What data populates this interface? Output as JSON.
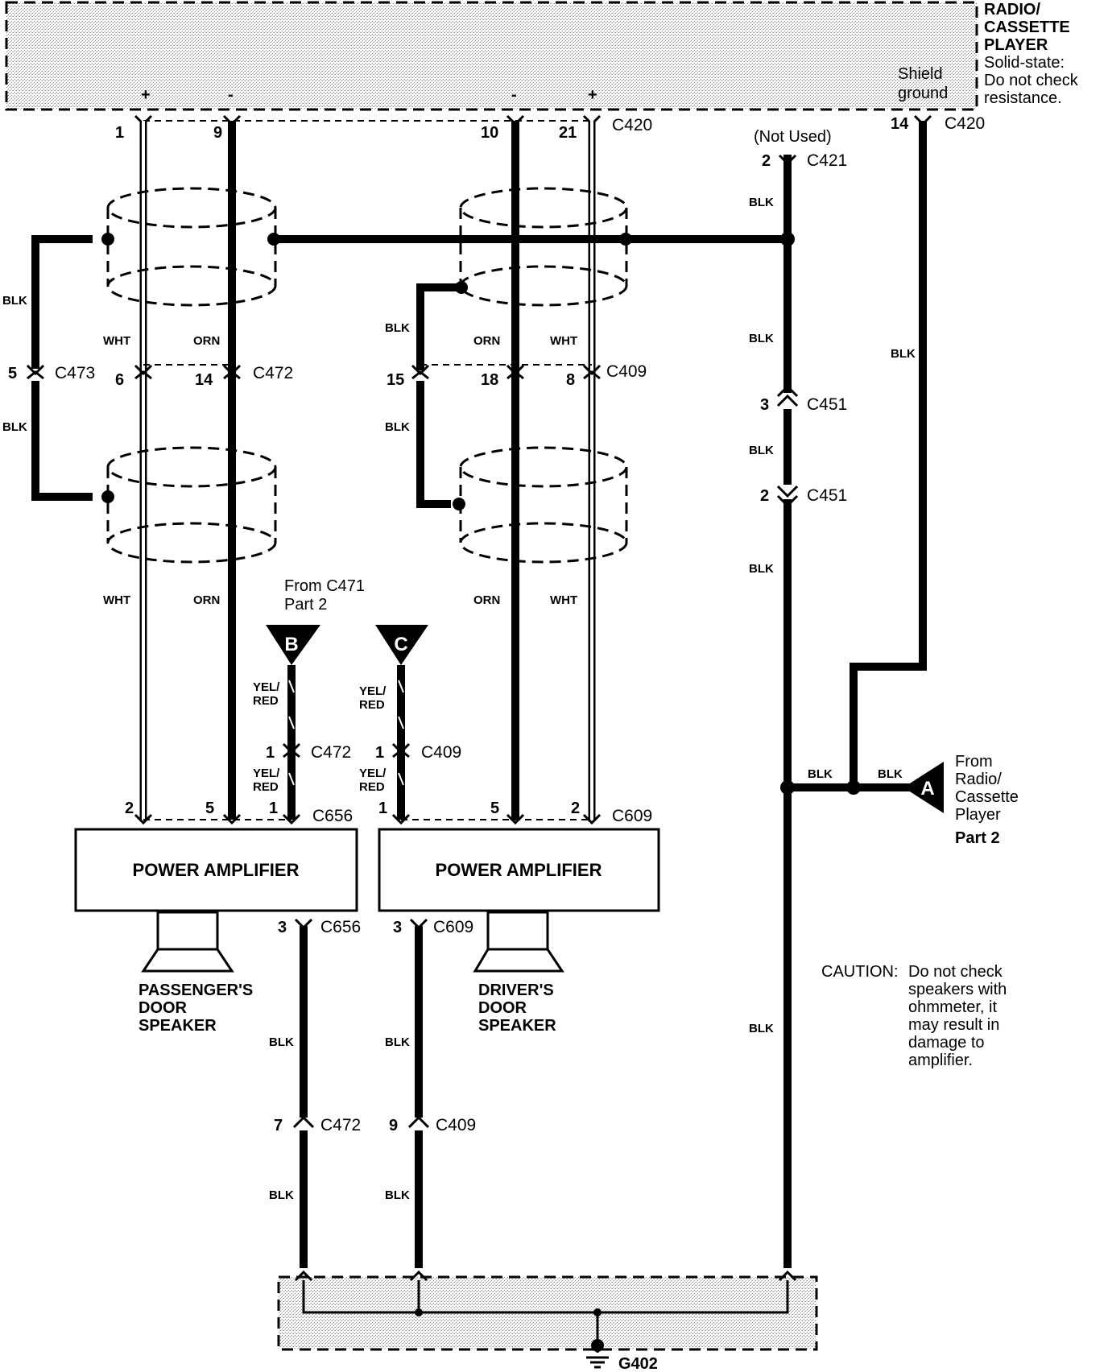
{
  "radio": {
    "title_line1": "RADIO/",
    "title_line2": "CASSETTE",
    "title_line3": "PLAYER",
    "note_line1": "Solid-state:",
    "note_line2": "Do not check",
    "note_line3": "resistance.",
    "shield_line1": "Shield",
    "shield_line2": "ground",
    "plus": "+",
    "minus": "-"
  },
  "connectors": {
    "c420": "C420",
    "c421": "C421",
    "c473": "C473",
    "c472": "C472",
    "c409": "C409",
    "c451": "C451",
    "c656": "C656",
    "c609": "C609"
  },
  "pins": {
    "p1": "1",
    "p9": "9",
    "p10": "10",
    "p21": "21",
    "p14": "14",
    "p2": "2",
    "p5": "5",
    "p6": "6",
    "p15": "15",
    "p18": "18",
    "p8": "8",
    "p3": "3",
    "p7": "7"
  },
  "wires": {
    "blk": "BLK",
    "wht": "WHT",
    "orn": "ORN",
    "yel_red_1": "YEL/",
    "yel_red_2": "RED"
  },
  "not_used": "(Not Used)",
  "from_c471_line1": "From C471",
  "from_c471_line2": "Part 2",
  "markers": {
    "a": "A",
    "b": "B",
    "c": "C"
  },
  "amp": {
    "passenger": "POWER AMPLIFIER",
    "driver": "POWER AMPLIFIER"
  },
  "speakers": {
    "passenger_l1": "PASSENGER'S",
    "passenger_l2": "DOOR",
    "passenger_l3": "SPEAKER",
    "driver_l1": "DRIVER'S",
    "driver_l2": "DOOR",
    "driver_l3": "SPEAKER"
  },
  "from_radio": {
    "l1": "From",
    "l2": "Radio/",
    "l3": "Cassette",
    "l4": "Player",
    "l5": "Part 2"
  },
  "caution": {
    "label": "CAUTION:",
    "l1": "Do not check",
    "l2": "speakers with",
    "l3": "ohmmeter, it",
    "l4": "may result in",
    "l5": "damage to",
    "l6": "amplifier."
  },
  "ground": "G402",
  "colors": {
    "ink": "#000000",
    "stipple_fg": "#9a9a9a",
    "stipple_bg": "#ffffff"
  }
}
